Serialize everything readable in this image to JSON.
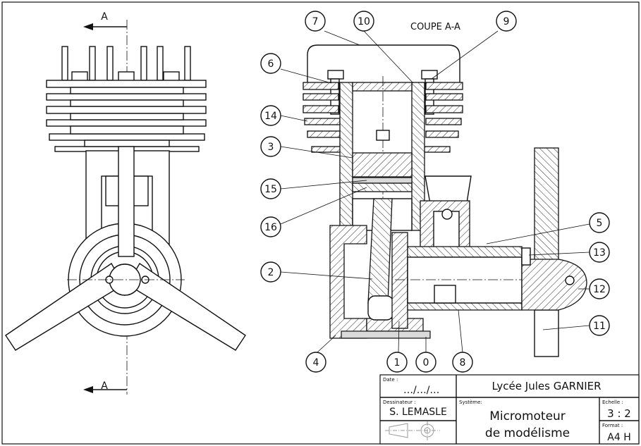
{
  "section_label": "A",
  "section_title": "COUPE A-A",
  "callouts": [
    "0",
    "1",
    "2",
    "3",
    "4",
    "5",
    "6",
    "7",
    "8",
    "9",
    "10",
    "11",
    "12",
    "13",
    "14",
    "15",
    "16"
  ],
  "title_block": {
    "date_caption": "Date :",
    "date_value": "…/…/…",
    "school": "Lycée Jules GARNIER",
    "drawer_caption": "Dessinateur :",
    "drawer": "S. LEMASLE",
    "system_caption": "Système:",
    "system_line1": "Micromoteur",
    "system_line2": "de modélisme",
    "scale_caption": "Echelle :",
    "scale": "3 : 2",
    "format_caption": "Format :",
    "format": "A4 H"
  }
}
